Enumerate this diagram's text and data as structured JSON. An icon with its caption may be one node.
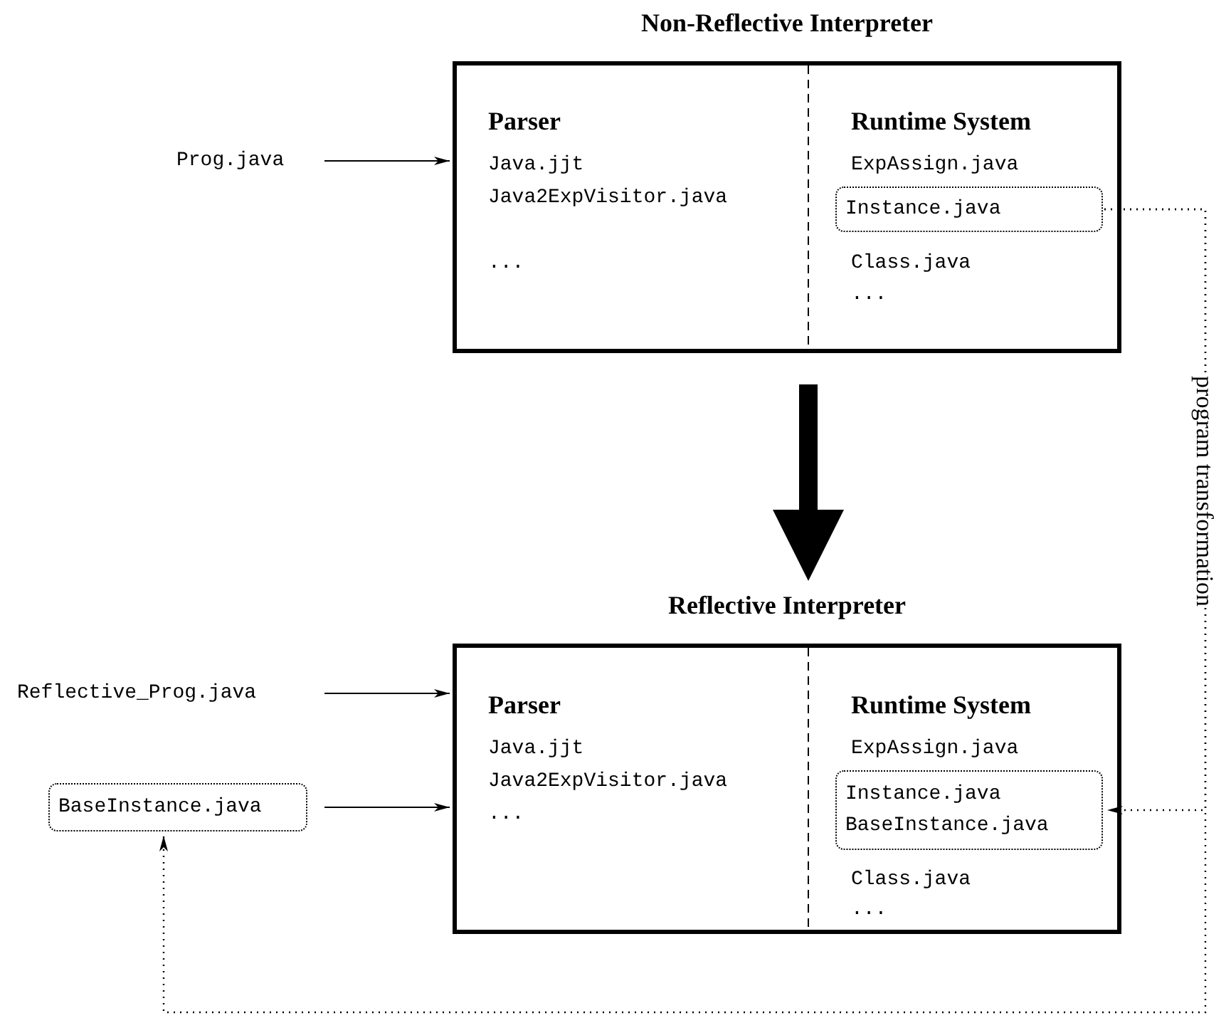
{
  "diagram": {
    "nodes": [
      {
        "text": [
          "Non-Reflective Interpreter",
          "Parser",
          "Java.jjt",
          "Java2ExpVisitor.java",
          "...",
          "Runtime System",
          "ExpAssign.java",
          "Class.java",
          "..."
        ]
      },
      {
        "text": [
          "Instance.java"
        ],
        "in": 0
      },
      {
        "text": [
          "Prog.java"
        ]
      },
      {
        "text": [
          "Reflective Interpreter",
          "Parser",
          "Java.jjt",
          "Java2ExpVisitor.java",
          "...",
          "Runtime System",
          "ExpAssign.java",
          "Class.java",
          "..."
        ]
      },
      {
        "text": [
          "Instance.java",
          "BaseInstance.java"
        ],
        "in": 3
      },
      {
        "text": [
          "Reflective_Prog.java"
        ]
      },
      {
        "text": [
          "BaseInstance.java"
        ]
      }
    ],
    "edges": [
      {
        "from": 2,
        "to": 0,
        "arrow": "to"
      },
      {
        "from": 5,
        "to": 3,
        "arrow": "to"
      },
      {
        "from": 6,
        "to": 3,
        "arrow": "to"
      },
      {
        "from": 0,
        "to": 3,
        "arrow": "to",
        "style": "thick"
      },
      {
        "from": 1,
        "to": 4,
        "arrow": "to",
        "style": "dashed",
        "label": "program transformation"
      },
      {
        "from": 1,
        "to": 6,
        "arrow": "to",
        "style": "dashed"
      }
    ]
  }
}
